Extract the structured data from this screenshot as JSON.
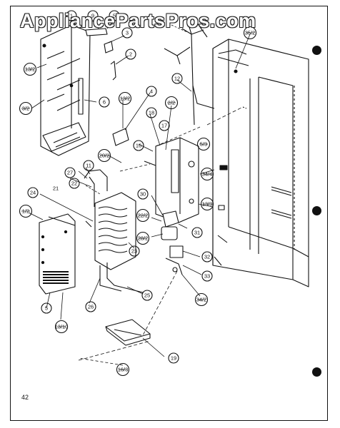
{
  "watermark": "AppliancePartsPros.com",
  "page_number": "42",
  "callouts": {
    "c1": "1",
    "c2": "2",
    "c3": "3",
    "c4": "4",
    "c5": "5",
    "c6": "6",
    "c9": "9",
    "c11": "11",
    "c12": "12",
    "c16": "16",
    "c17": "17",
    "c18": "18",
    "c19": "19",
    "c21": "21",
    "c22": "22",
    "c23": "23",
    "c24": "24",
    "c25": "25",
    "c26": "26",
    "c27": "27",
    "c30": "30",
    "c31": "31",
    "c32": "32",
    "c33": "33",
    "f13_2a": "13/2",
    "f3_2": "3/2",
    "f13_2b": "13/2",
    "f2_2": "2/2",
    "f20_2": "20/2",
    "f5_3": "5/3",
    "f35_2": "35/2",
    "f34_4": "34/4",
    "f13_3": "13/3",
    "f1_2": "1/2",
    "f22_2": "22/2",
    "f28_2": "28/2",
    "f34_2": "34/2",
    "f13_10": "13/10",
    "f16_3": "16/3"
  },
  "colors": {
    "ink": "#111111",
    "paper": "#ffffff"
  }
}
